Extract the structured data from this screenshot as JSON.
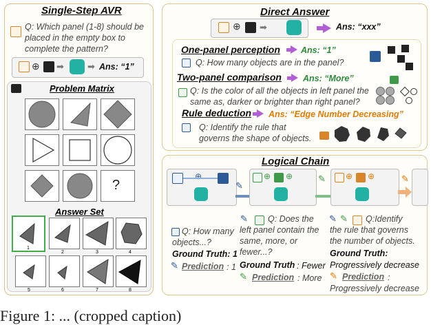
{
  "single_step": {
    "title": "Single-Step AVR",
    "question_lines": [
      "Q: Which panel (1-8) should be",
      "placed in the empty box to",
      "complete the pattern?"
    ],
    "answer": "Ans: “1”"
  },
  "problem_matrix": {
    "title": "Problem Matrix",
    "question_mark": "?"
  },
  "answer_set": {
    "title": "Answer Set",
    "labels": [
      "1",
      "2",
      "3",
      "4",
      "5",
      "6",
      "7",
      "8"
    ]
  },
  "direct_answer": {
    "title": "Direct Answer",
    "answer": "Ans: “xxx”",
    "one_panel": {
      "title": "One-panel perception",
      "answer": "Ans: “1”",
      "question": "Q: How many objects are in the panel?"
    },
    "two_panel": {
      "title": "Two-panel comparison",
      "answer": "Ans: “More”",
      "question_lines": [
        "Q: Is the color of all the objects in left panel the",
        "same as, darker or brighter than right panel?"
      ]
    },
    "rule": {
      "title": "Rule deduction",
      "answer": "Ans: “Edge Number Decreasing”",
      "question_lines": [
        "Q: Identify the rule that",
        "governs the shape of objects."
      ]
    }
  },
  "logical_chain": {
    "title": "Logical Chain",
    "col1": {
      "q_lines": [
        "Q: How many",
        "objects...?"
      ],
      "gt": "Ground Truth: 1",
      "pred_label": "Prediction",
      "pred_value": ": 1"
    },
    "col2": {
      "q_lines": [
        "Q: Does the",
        "left panel contain the",
        "same, more, or",
        "fewer...?"
      ],
      "gt_label": "Ground Truth",
      "gt_value": ": Fewer",
      "pred_label": "Prediction",
      "pred_value": ": More"
    },
    "col3": {
      "q_lines": [
        "Q:Identify",
        "the rule that governs",
        "the number of objects."
      ],
      "gt_label": "Ground Truth:",
      "gt_value": "Progressively decrease",
      "pred_label": "Prediction",
      "pred_value": ":",
      "pred_value2": "Progressively decrease"
    }
  },
  "caption_fragment": "Figure 1: ... (cropped caption)",
  "colors": {
    "orange": "#e07b00",
    "green": "#2e8b3a",
    "purple": "#b25fd6",
    "teal": "#23b1a3",
    "blue": "#2b5a96"
  }
}
